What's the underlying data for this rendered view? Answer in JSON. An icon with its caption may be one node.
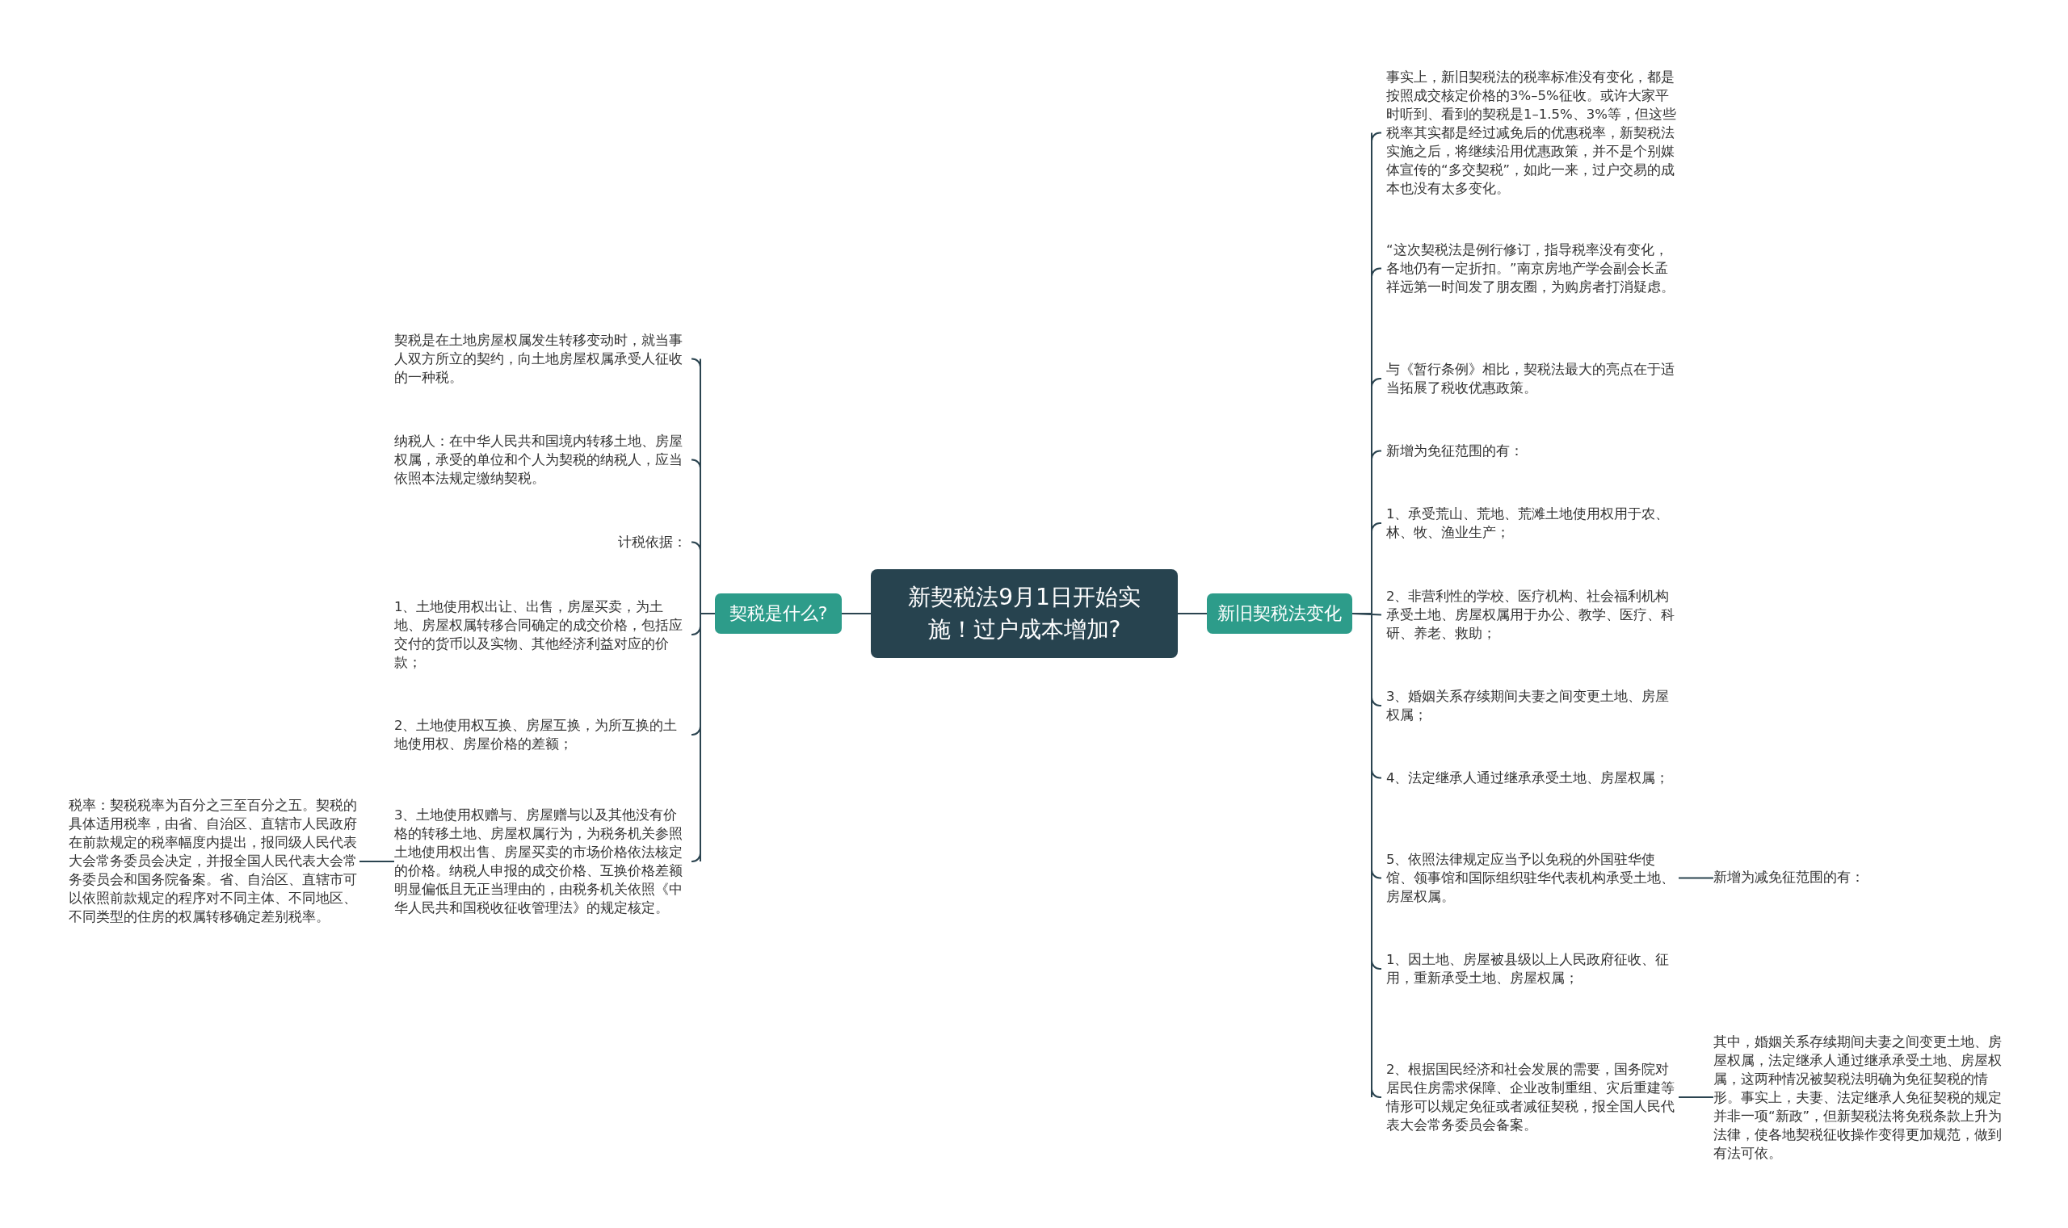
{
  "diagram": {
    "nodes": [
      {
        "text": [
          "新契税法9月1日开始实施！过户成本增加?"
        ]
      },
      {
        "text": [
          "契税是什么?"
        ]
      },
      {
        "text": [
          "契税是在土地房屋权属发生转移变动时，就当事人双方所立的契约，向土地房屋权属承受人征收的一种税。"
        ]
      },
      {
        "text": [
          "纳税人：在中华人民共和国境内转移土地、房屋权属，承受的单位和个人为契税的纳税人，应当依照本法规定缴纳契税。"
        ]
      },
      {
        "text": [
          "计税依据："
        ]
      },
      {
        "text": [
          "1、土地使用权出让、出售，房屋买卖，为土地、房屋权属转移合同确定的成交价格，包括应交付的货币以及实物、其他经济利益对应的价款；"
        ]
      },
      {
        "text": [
          "2、土地使用权互换、房屋互换，为所互换的土地使用权、房屋价格的差额；"
        ]
      },
      {
        "text": [
          "3、土地使用权赠与、房屋赠与以及其他没有价格的转移土地、房屋权属行为，为税务机关参照土地使用权出售、房屋买卖的市场价格依法核定的价格。纳税人申报的成交价格、互换价格差额明显偏低且无正当理由的，由税务机关依照《中华人民共和国税收征收管理法》的规定核定。"
        ]
      },
      {
        "text": [
          "税率：契税税率为百分之三至百分之五。契税的具体适用税率，由省、自治区、直辖市人民政府在前款规定的税率幅度内提出，报同级人民代表大会常务委员会决定，并报全国人民代表大会常务委员会和国务院备案。省、自治区、直辖市可以依照前款规定的程序对不同主体、不同地区、不同类型的住房的权属转移确定差别税率。"
        ]
      },
      {
        "text": [
          "新旧契税法变化"
        ]
      },
      {
        "text": [
          "事实上，新旧契税法的税率标准没有变化，都是按照成交核定价格的3%–5%征收。或许大家平时听到、看到的契税是1–1.5%、3%等，但这些税率其实都是经过减免后的优惠税率，新契税法实施之后，将继续沿用优惠政策，并不是个别媒体宣传的“多交契税”，如此一来，过户交易的成本也没有太多变化。"
        ]
      },
      {
        "text": [
          "“这次契税法是例行修订，指导税率没有变化，各地仍有一定折扣。”南京房地产学会副会长孟祥远第一时间发了朋友圈，为购房者打消疑虑。"
        ]
      },
      {
        "text": [
          "与《暂行条例》相比，契税法最大的亮点在于适当拓展了税收优惠政策。"
        ]
      },
      {
        "text": [
          "新增为免征范围的有："
        ]
      },
      {
        "text": [
          "1、承受荒山、荒地、荒滩土地使用权用于农、林、牧、渔业生产；"
        ]
      },
      {
        "text": [
          "2、非营利性的学校、医疗机构、社会福利机构承受土地、房屋权属用于办公、教学、医疗、科研、养老、救助；"
        ]
      },
      {
        "text": [
          "3、婚姻关系存续期间夫妻之间变更土地、房屋权属；"
        ]
      },
      {
        "text": [
          "4、法定继承人通过继承承受土地、房屋权属；"
        ]
      },
      {
        "text": [
          "5、依照法律规定应当予以免税的外国驻华使馆、领事馆和国际组织驻华代表机构承受土地、房屋权属。"
        ]
      },
      {
        "text": [
          "1、因土地、房屋被县级以上人民政府征收、征用，重新承受土地、房屋权属；"
        ]
      },
      {
        "text": [
          "2、根据国民经济和社会发展的需要，国务院对居民住房需求保障、企业改制重组、灾后重建等情形可以规定免征或者减征契税，报全国人民代表大会常务委员会备案。"
        ]
      },
      {
        "text": [
          "新增为减免征范围的有："
        ]
      },
      {
        "text": [
          "其中，婚姻关系存续期间夫妻之间变更土地、房屋权属，法定继承人通过继承承受土地、房屋权属，这两种情况被契税法明确为免征契税的情形。事实上，夫妻、法定继承人免征契税的规定并非一项“新政”，但新契税法将免税条款上升为法律，使各地契税征收操作变得更加规范，做到有法可依。"
        ]
      }
    ],
    "edges": [
      {
        "from": 0,
        "to": 1,
        "arrow": "none"
      },
      {
        "from": 0,
        "to": 9,
        "arrow": "none"
      },
      {
        "from": 1,
        "to": 2,
        "arrow": "none"
      },
      {
        "from": 1,
        "to": 3,
        "arrow": "none"
      },
      {
        "from": 1,
        "to": 4,
        "arrow": "none"
      },
      {
        "from": 1,
        "to": 5,
        "arrow": "none"
      },
      {
        "from": 1,
        "to": 6,
        "arrow": "none"
      },
      {
        "from": 1,
        "to": 7,
        "arrow": "none"
      },
      {
        "from": 7,
        "to": 8,
        "arrow": "none"
      },
      {
        "from": 9,
        "to": 10,
        "arrow": "none"
      },
      {
        "from": 9,
        "to": 11,
        "arrow": "none"
      },
      {
        "from": 9,
        "to": 12,
        "arrow": "none"
      },
      {
        "from": 9,
        "to": 13,
        "arrow": "none"
      },
      {
        "from": 9,
        "to": 14,
        "arrow": "none"
      },
      {
        "from": 9,
        "to": 15,
        "arrow": "none"
      },
      {
        "from": 9,
        "to": 16,
        "arrow": "none"
      },
      {
        "from": 9,
        "to": 17,
        "arrow": "none"
      },
      {
        "from": 9,
        "to": 18,
        "arrow": "none"
      },
      {
        "from": 9,
        "to": 19,
        "arrow": "none"
      },
      {
        "from": 9,
        "to": 20,
        "arrow": "none"
      },
      {
        "from": 18,
        "to": 21,
        "arrow": "none"
      },
      {
        "from": 20,
        "to": 22,
        "arrow": "none"
      }
    ]
  }
}
